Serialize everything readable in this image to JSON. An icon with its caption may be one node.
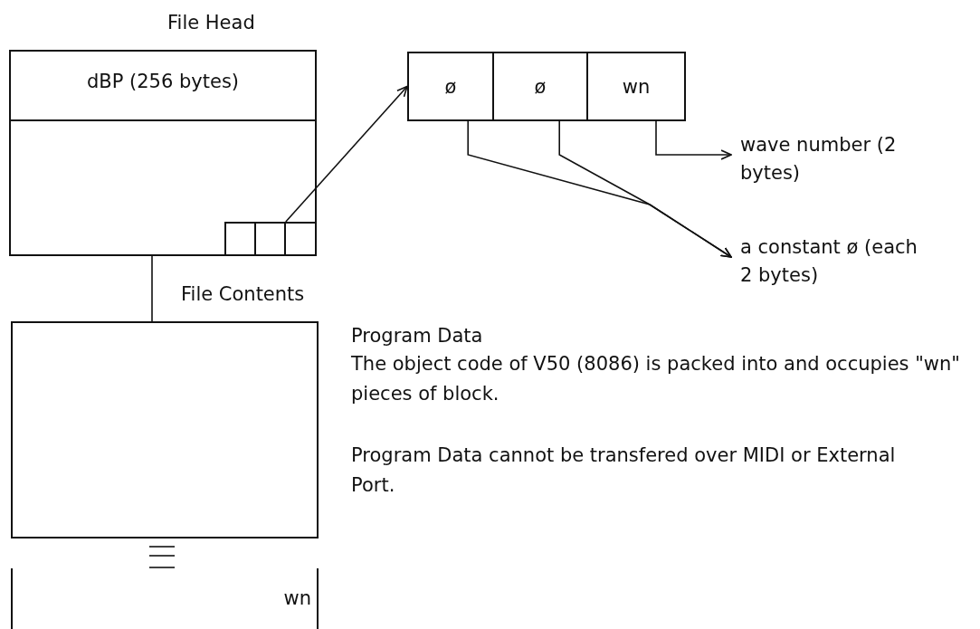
{
  "diagram": {
    "nodes": [
      {
        "text": [
          "File Head",
          "dBP (256 bytes)"
        ]
      },
      {
        "text": [],
        "shape": "box",
        "in": 0
      },
      {
        "text": [],
        "shape": "box",
        "in": 0
      },
      {
        "text": [],
        "shape": "box",
        "in": 0
      },
      {
        "text": [
          "ø"
        ]
      },
      {
        "text": [
          "ø"
        ]
      },
      {
        "text": [
          "wn"
        ]
      },
      {
        "text": [
          "wave number (2 bytes)"
        ]
      },
      {
        "text": [
          "a constant ø (each 2 bytes)"
        ]
      },
      {
        "text": [
          "File Contents"
        ]
      },
      {
        "text": [
          "wn"
        ]
      }
    ],
    "edges": [
      {
        "from": 3,
        "to": 4,
        "arrow": "to"
      },
      {
        "from": 6,
        "to": 7,
        "arrow": "to"
      },
      {
        "from": 4,
        "to": 8,
        "arrow": "to"
      },
      {
        "from": 5,
        "to": 8,
        "arrow": "to"
      },
      {
        "from": 0,
        "to": 9,
        "arrow": "none"
      }
    ],
    "labels": [
      "Program Data",
      "The object code of V50 (8086) is packed into and occupies \"wn\" pieces of block.",
      "Program Data cannot be transfered over MIDI or External Port."
    ]
  }
}
